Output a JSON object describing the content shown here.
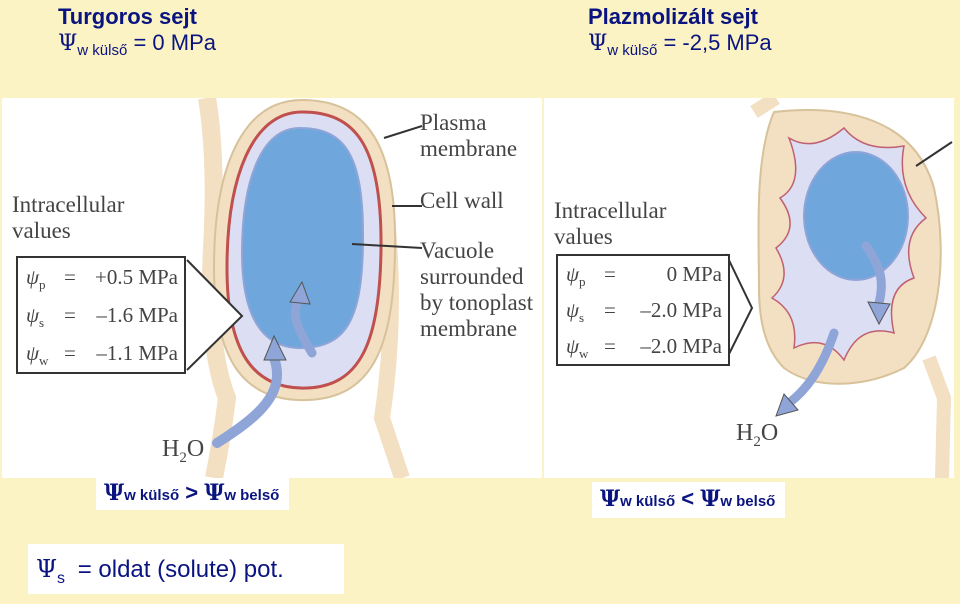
{
  "left_header": {
    "title": "Turgoros sejt",
    "psi": "Ψ",
    "sub": "w külső",
    "eq": "= 0 MPa"
  },
  "right_header": {
    "title": "Plazmolizált sejt",
    "psi": "Ψ",
    "sub": "w külső",
    "eq": "= -2,5 MPa"
  },
  "left_figure": {
    "labels": {
      "plasma": "Plasma",
      "membrane": "membrane",
      "cell_wall": "Cell wall",
      "vacuole": "Vacuole",
      "surrounded": "surrounded",
      "tonoplast": "by tonoplast",
      "tonoplast_membrane": "membrane"
    },
    "intracellular_1": "Intracellular",
    "intracellular_2": "values",
    "rows": [
      {
        "sym": "ψ",
        "sub": "p",
        "eq": "=",
        "val": "+0.5 MPa"
      },
      {
        "sym": "ψ",
        "sub": "s",
        "eq": "=",
        "val": "–1.6 MPa"
      },
      {
        "sym": "ψ",
        "sub": "w",
        "eq": "=",
        "val": "–1.1 MPa"
      }
    ],
    "water": "H",
    "water_sub": "2",
    "water_o": "O"
  },
  "right_figure": {
    "intracellular_1": "Intracellular",
    "intracellular_2": "values",
    "rows": [
      {
        "sym": "ψ",
        "sub": "p",
        "eq": "=",
        "val": "0 MPa"
      },
      {
        "sym": "ψ",
        "sub": "s",
        "eq": "=",
        "val": "–2.0 MPa"
      },
      {
        "sym": "ψ",
        "sub": "w",
        "eq": "=",
        "val": "–2.0 MPa"
      }
    ],
    "water": "H",
    "water_sub": "2",
    "water_o": "O"
  },
  "left_compare": {
    "psi1": "Ψ",
    "sub1": "w külső",
    "op": ">",
    "psi2": "Ψ",
    "sub2": "w belső"
  },
  "right_compare": {
    "psi1": "Ψ",
    "sub1": "w külső",
    "op": "<",
    "psi2": "Ψ",
    "sub2": "w belső"
  },
  "footer": {
    "psi": "Ψ",
    "sub": "s",
    "text": "= oldat (solute) pot."
  },
  "colors": {
    "header_bg": "#fbf3c4",
    "title": "#0a1480",
    "cell_wall": "#f3dfc2",
    "cytoplasm": "#dcdff3",
    "vacuole": "#6fa6dc",
    "arrow": "#8fa5d8",
    "membrane": "#c0504d"
  }
}
